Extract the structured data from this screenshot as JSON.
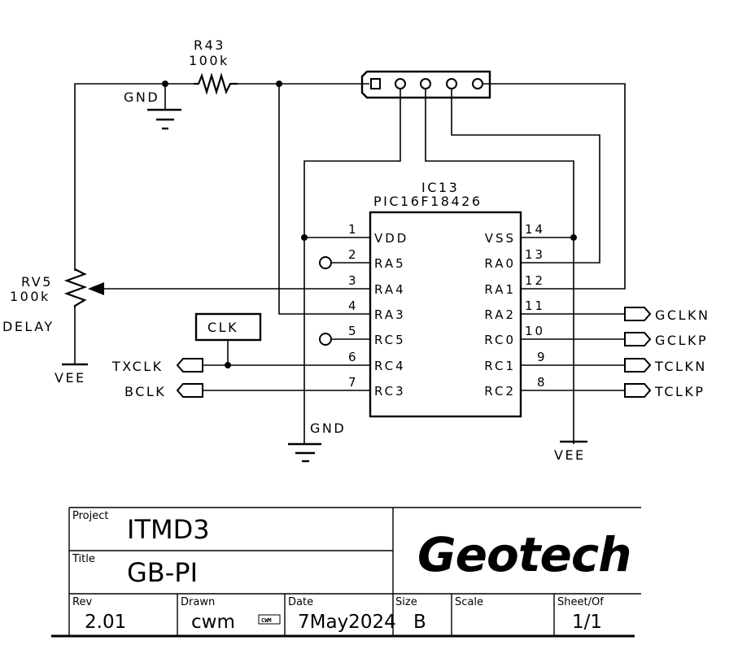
{
  "schematic": {
    "resistor": {
      "ref": "R43",
      "value": "100k"
    },
    "gnd_top": {
      "label": "GND"
    },
    "gnd_bottom": {
      "label": "GND"
    },
    "vee_right": {
      "label": "VEE"
    },
    "vee_left": {
      "label": "VEE"
    },
    "pot": {
      "ref": "RV5",
      "value": "100k",
      "function": "DELAY"
    },
    "connector": {
      "pins": 5
    },
    "ic": {
      "ref": "IC13",
      "part": "PIC16F18426",
      "left_pins": [
        {
          "num": "1",
          "name": "VDD"
        },
        {
          "num": "2",
          "name": "RA5"
        },
        {
          "num": "3",
          "name": "RA4"
        },
        {
          "num": "4",
          "name": "RA3"
        },
        {
          "num": "5",
          "name": "RC5"
        },
        {
          "num": "6",
          "name": "RC4"
        },
        {
          "num": "7",
          "name": "RC3"
        }
      ],
      "right_pins": [
        {
          "num": "14",
          "name": "VSS"
        },
        {
          "num": "13",
          "name": "RA0"
        },
        {
          "num": "12",
          "name": "RA1"
        },
        {
          "num": "11",
          "name": "RA2"
        },
        {
          "num": "10",
          "name": "RC0"
        },
        {
          "num": "9",
          "name": "RC1"
        },
        {
          "num": "8",
          "name": "RC2"
        }
      ]
    },
    "clk_box": {
      "label": "CLK"
    },
    "left_ports": [
      {
        "label": "TXCLK"
      },
      {
        "label": "BCLK"
      }
    ],
    "right_ports": [
      {
        "label": "GCLKN"
      },
      {
        "label": "GCLKP"
      },
      {
        "label": "TCLKN"
      },
      {
        "label": "TCLKP"
      }
    ]
  },
  "title_block": {
    "project_label": "Project",
    "project_value": "ITMD3",
    "title_label": "Title",
    "title_value": "GB-PI",
    "company": "Geotech",
    "rev_label": "Rev",
    "rev_value": "2.01",
    "drawn_label": "Drawn",
    "drawn_value": "cwm",
    "drawn_stamp": "CWM",
    "date_label": "Date",
    "date_value": "7May2024",
    "size_label": "Size",
    "size_value": "B",
    "scale_label": "Scale",
    "scale_value": "",
    "sheet_label": "Sheet/Of",
    "sheet_value": "1/1"
  }
}
